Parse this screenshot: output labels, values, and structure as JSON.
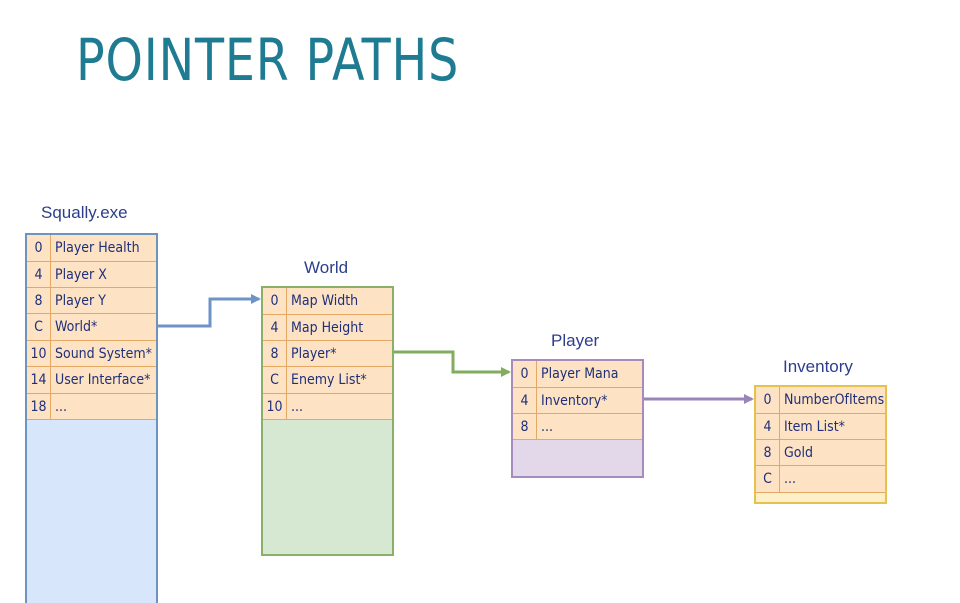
{
  "title": "POINTER PATHS",
  "colors": {
    "title": "#1f7b91",
    "row_fill": "#fde3c4",
    "row_border": "#e3a964",
    "squally_fill": "#d7e6fa",
    "squally_border": "#6f93bf",
    "world_fill": "#d6e7d2",
    "world_border": "#8aaf66",
    "player_fill": "#e2d8ea",
    "player_border": "#a88bbd",
    "inventory_fill": "#fdf0c8",
    "inventory_border": "#e5c24d",
    "arrow_blue": "#6f93c8",
    "arrow_green": "#82ad5f",
    "arrow_purple": "#9a84b8"
  },
  "structures": {
    "squally": {
      "name": "Squally.exe",
      "rows": [
        {
          "offset": "0",
          "field": "Player Health"
        },
        {
          "offset": "4",
          "field": "Player X"
        },
        {
          "offset": "8",
          "field": "Player Y"
        },
        {
          "offset": "C",
          "field": "World*"
        },
        {
          "offset": "10",
          "field": "Sound System*"
        },
        {
          "offset": "14",
          "field": "User Interface*"
        },
        {
          "offset": "18",
          "field": "..."
        }
      ]
    },
    "world": {
      "name": "World",
      "rows": [
        {
          "offset": "0",
          "field": "Map Width"
        },
        {
          "offset": "4",
          "field": "Map Height"
        },
        {
          "offset": "8",
          "field": "Player*"
        },
        {
          "offset": "C",
          "field": "Enemy List*"
        },
        {
          "offset": "10",
          "field": "..."
        }
      ]
    },
    "player": {
      "name": "Player",
      "rows": [
        {
          "offset": "0",
          "field": "Player Mana"
        },
        {
          "offset": "4",
          "field": "Inventory*"
        },
        {
          "offset": "8",
          "field": "..."
        }
      ]
    },
    "inventory": {
      "name": "Inventory",
      "rows": [
        {
          "offset": "0",
          "field": "NumberOfItems"
        },
        {
          "offset": "4",
          "field": "Item List*"
        },
        {
          "offset": "8",
          "field": "Gold"
        },
        {
          "offset": "C",
          "field": "..."
        }
      ]
    }
  }
}
